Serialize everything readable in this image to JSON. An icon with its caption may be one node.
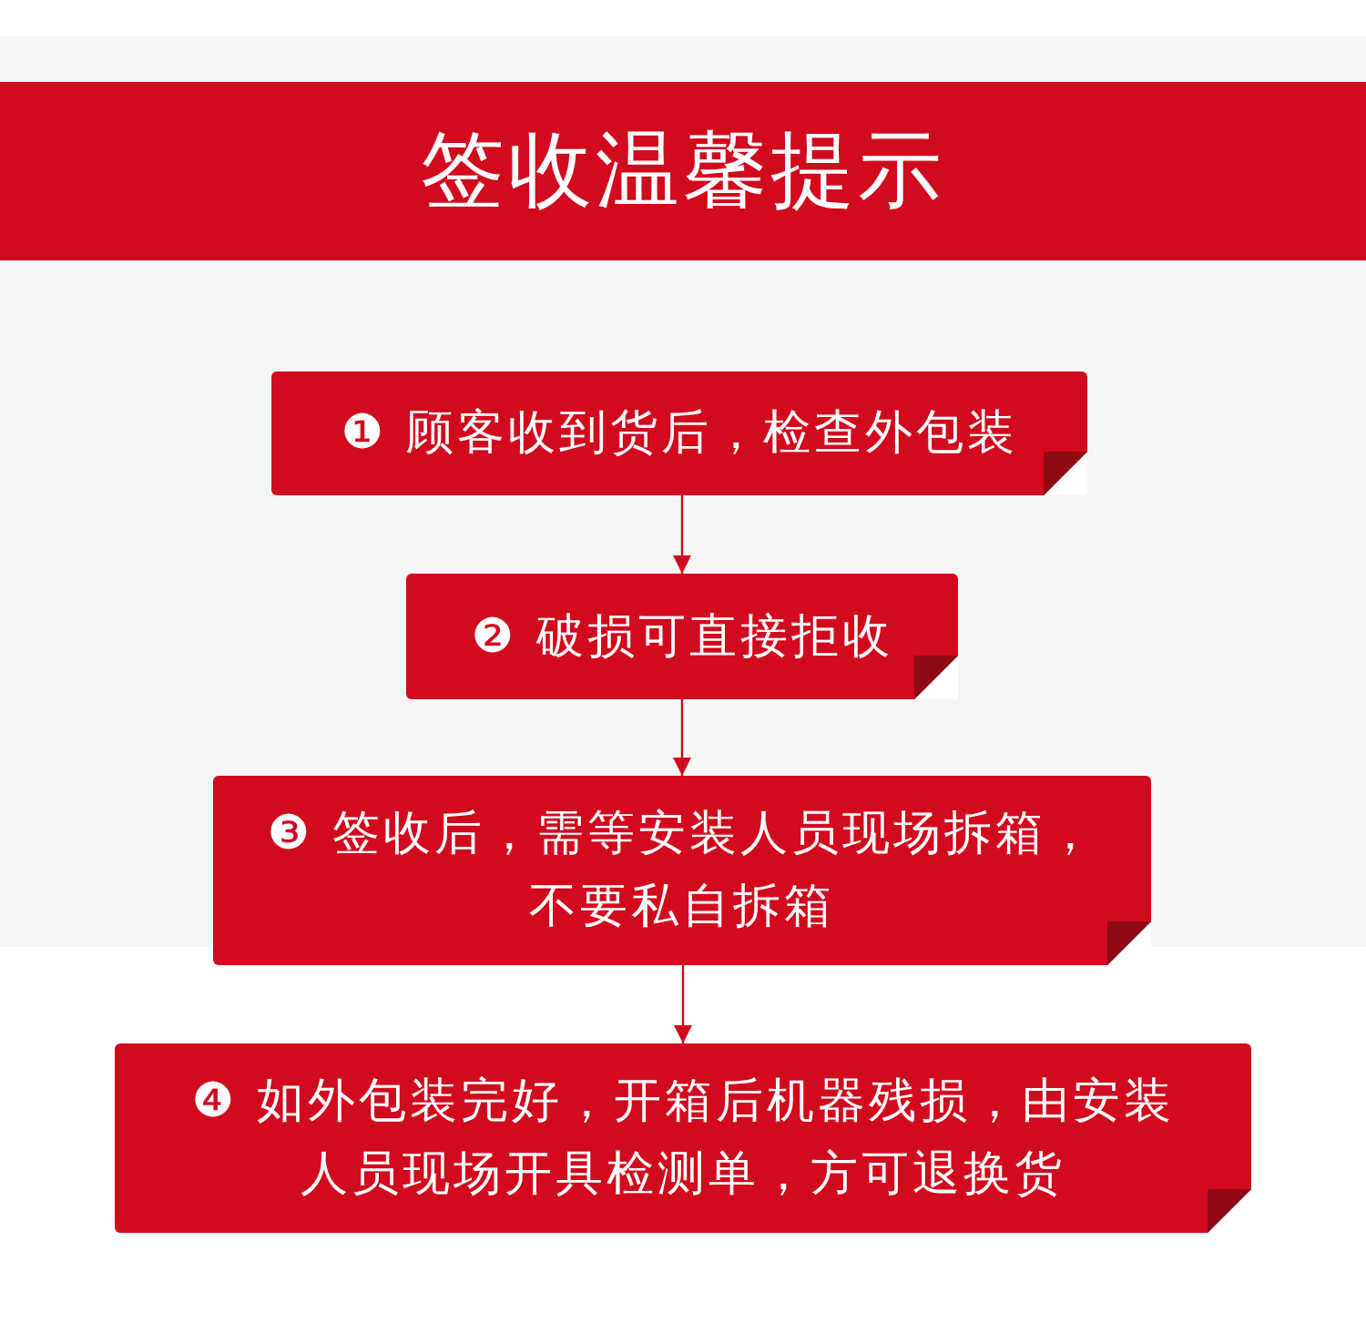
{
  "diagram": {
    "title": "签收温馨提示",
    "nodes": [
      {
        "text": [
          "❶ 顾客收到货后，检查外包装"
        ]
      },
      {
        "text": [
          "❷ 破损可直接拒收"
        ]
      },
      {
        "text": [
          "❸ 签收后，需等安装人员现场拆箱，不要私自拆箱"
        ]
      },
      {
        "text": [
          "❹ 如外包装完好，开箱后机器残损，由安装人员现场开具检测单，方可退换货"
        ]
      }
    ],
    "edges": [
      {
        "from": 0,
        "to": 1,
        "arrow": "to"
      },
      {
        "from": 1,
        "to": 2,
        "arrow": "to"
      },
      {
        "from": 2,
        "to": 3,
        "arrow": "to"
      }
    ]
  }
}
